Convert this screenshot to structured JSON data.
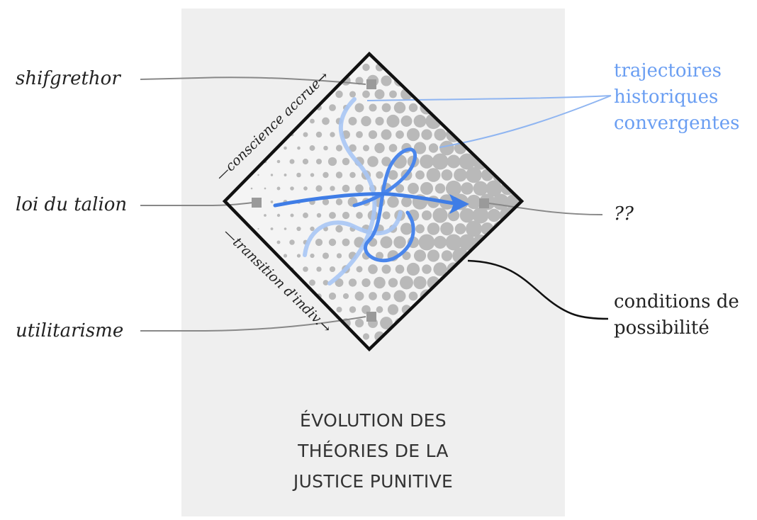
{
  "left_labels": {
    "top": "shifgrethor",
    "middle": "loi du talion",
    "bottom": "utilitarisme"
  },
  "edge_labels": {
    "upper_left": "—conscience accrue→",
    "lower_left": "—transition d'indiv.→"
  },
  "right_labels": {
    "trajectories": [
      "trajectoires",
      "historiques",
      "convergentes"
    ],
    "unknown": "??",
    "conditions": [
      "conditions de",
      "possibilité"
    ]
  },
  "title_lines": [
    "ÉVOLUTION DES",
    "THÉORIES DE LA",
    "JUSTICE PUNITIVE"
  ],
  "colors": {
    "panel": "#efefef",
    "blue": "#6a9ef2",
    "blue_light": "#a9c6f5",
    "blue_strong": "#3f7de6",
    "outline": "#111111",
    "pointer": "#888888",
    "halftone": "#b9b9b9"
  },
  "icons": [
    "square-marker-icon",
    "arrowhead-icon"
  ]
}
